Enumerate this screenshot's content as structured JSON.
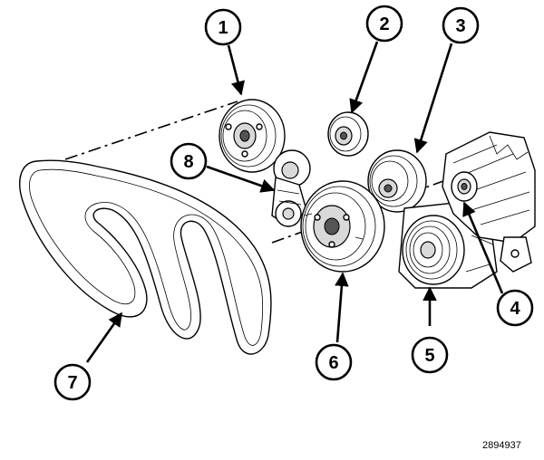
{
  "figure": {
    "figure_id": "2894937",
    "callouts": [
      "1",
      "2",
      "3",
      "4",
      "5",
      "6",
      "7",
      "8"
    ]
  }
}
